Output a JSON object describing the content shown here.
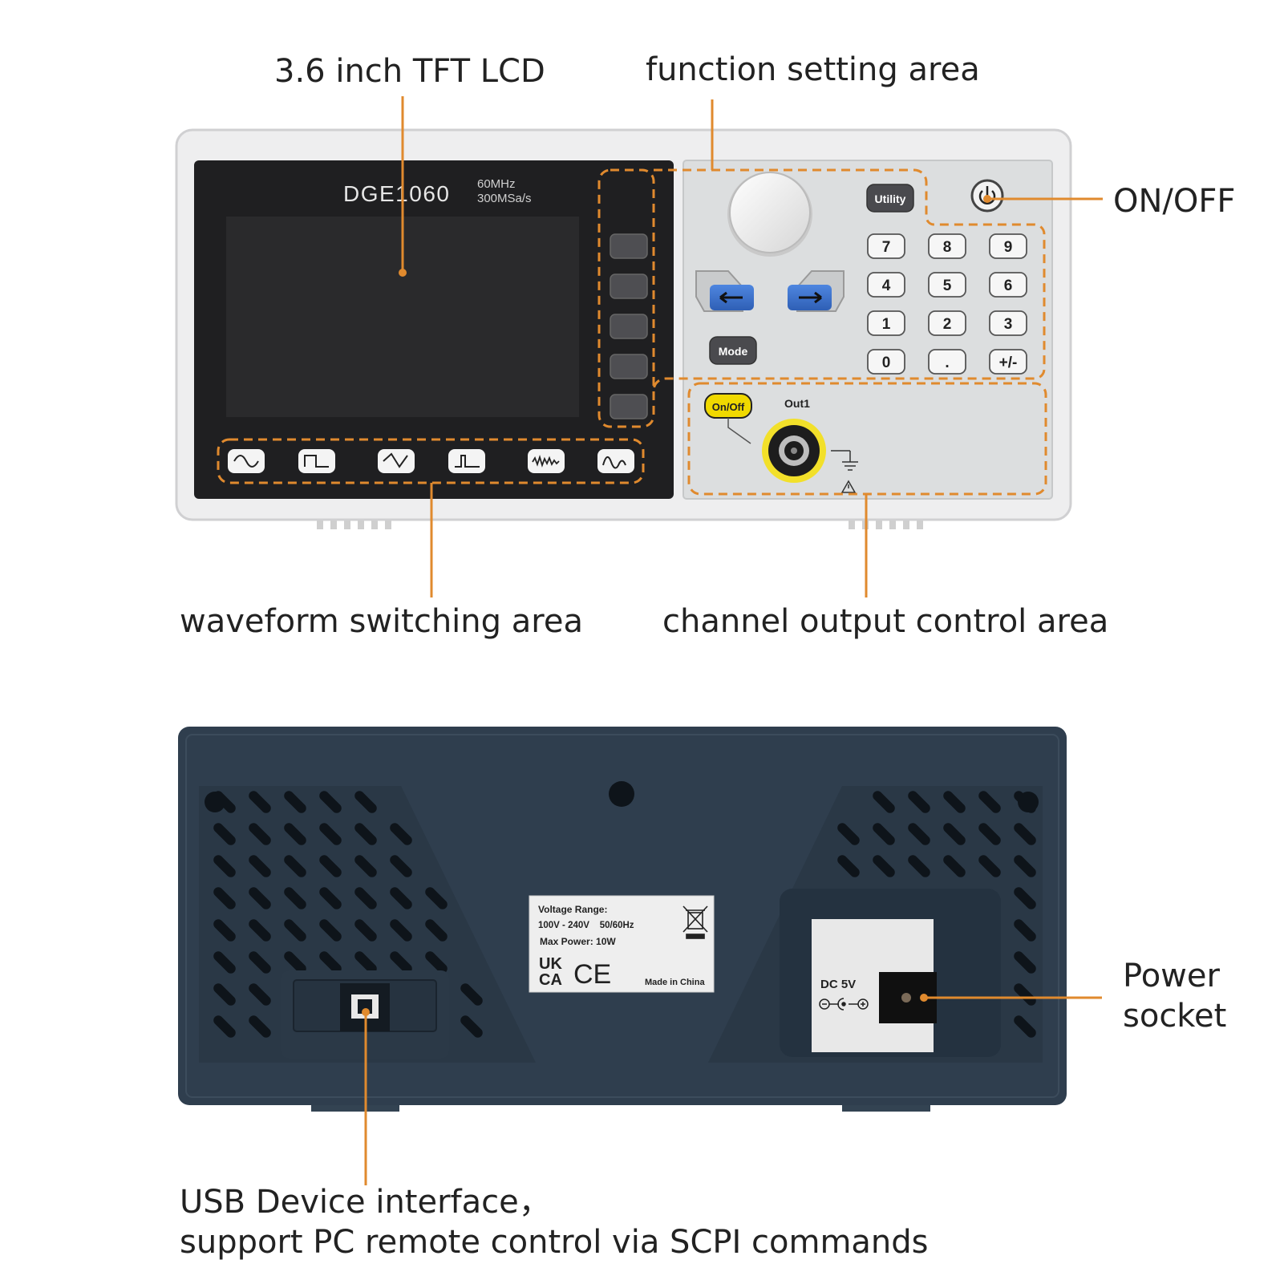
{
  "callouts": {
    "lcd": "3.6 inch TFT LCD",
    "function_area": "function setting area",
    "onoff": "ON/OFF",
    "waveform_area": "waveform switching area",
    "channel_area": "channel output control area",
    "power_socket_line1": "Power",
    "power_socket_line2": "socket",
    "usb_line1": "USB Device interface，",
    "usb_line2": "support PC remote control via SCPI commands"
  },
  "front_panel": {
    "model": "DGE1060",
    "spec_freq": "60MHz",
    "spec_rate": "300MSa/s",
    "utility_label": "Utility",
    "mode_label": "Mode",
    "keypad": [
      "7",
      "8",
      "9",
      "4",
      "5",
      "6",
      "1",
      "2",
      "3",
      "0",
      ".",
      "+/-"
    ],
    "onoff_button": "On/Off",
    "out_label": "Out1",
    "waveforms": [
      "sine-wave-icon",
      "square-wave-icon",
      "ramp-wave-icon",
      "pulse-wave-icon",
      "noise-wave-icon",
      "arbitrary-wave-icon"
    ]
  },
  "rear_panel": {
    "label_voltage_title": "Voltage Range:",
    "label_voltage_value": "100V - 240V    50/60Hz",
    "label_power": "Max Power: 10W",
    "label_ukca_1": "UK",
    "label_ukca_2": "CA",
    "label_ce": "CE",
    "label_made": "Made in China",
    "dc_label": "DC 5V"
  },
  "colors": {
    "accent_orange": "#e08a2e",
    "panel_body": "#2f3e4e",
    "front_gray": "#dcdedf",
    "blue_key": "#3a6ec8",
    "yellow_ring": "#f2e02a"
  }
}
